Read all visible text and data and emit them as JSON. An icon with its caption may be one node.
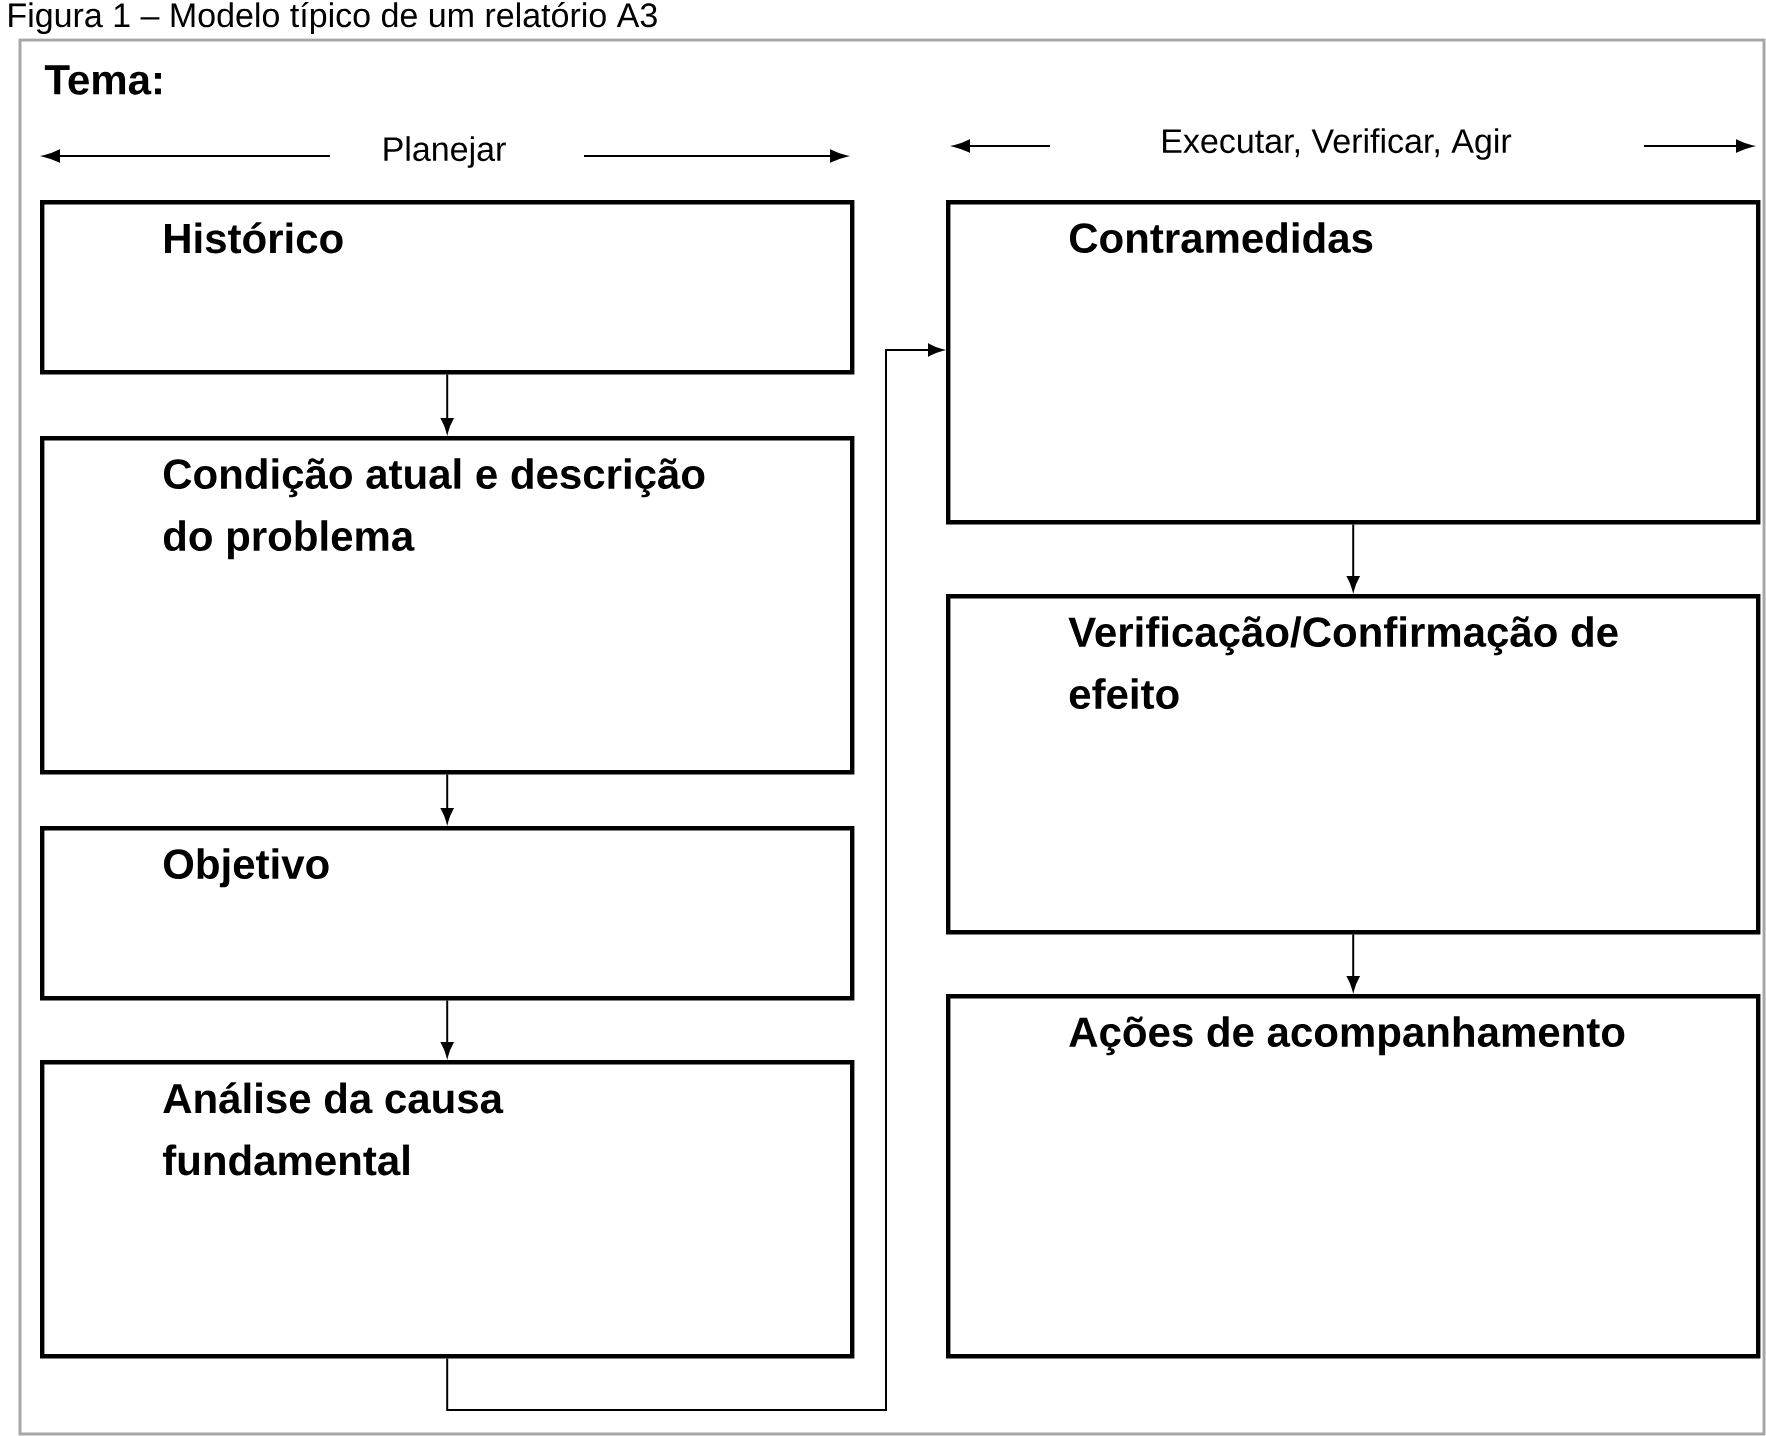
{
  "diagram": {
    "title": "Figura 1 – Modelo típico de um relatório A3",
    "nodes": [
      {
        "text": [
          "Histórico"
        ]
      },
      {
        "text": [
          "Condição atual e descrição do problema"
        ]
      },
      {
        "text": [
          "Objetivo"
        ]
      },
      {
        "text": [
          "Análise da causa fundamental"
        ]
      },
      {
        "text": [
          "Contramedidas"
        ]
      },
      {
        "text": [
          "Verificação/Confirmação de efeito"
        ]
      },
      {
        "text": [
          "Ações de acompanhamento"
        ]
      }
    ],
    "edges": [
      {
        "from": 0,
        "to": 1,
        "arrow": "to"
      },
      {
        "from": 1,
        "to": 2,
        "arrow": "to"
      },
      {
        "from": 2,
        "to": 3,
        "arrow": "to"
      },
      {
        "from": 3,
        "to": 4,
        "arrow": "to"
      },
      {
        "from": 4,
        "to": 5,
        "arrow": "to"
      },
      {
        "from": 5,
        "to": 6,
        "arrow": "to"
      }
    ],
    "labels": [
      "Tema:",
      "Planejar",
      "Executar, Verificar, Agir"
    ]
  }
}
